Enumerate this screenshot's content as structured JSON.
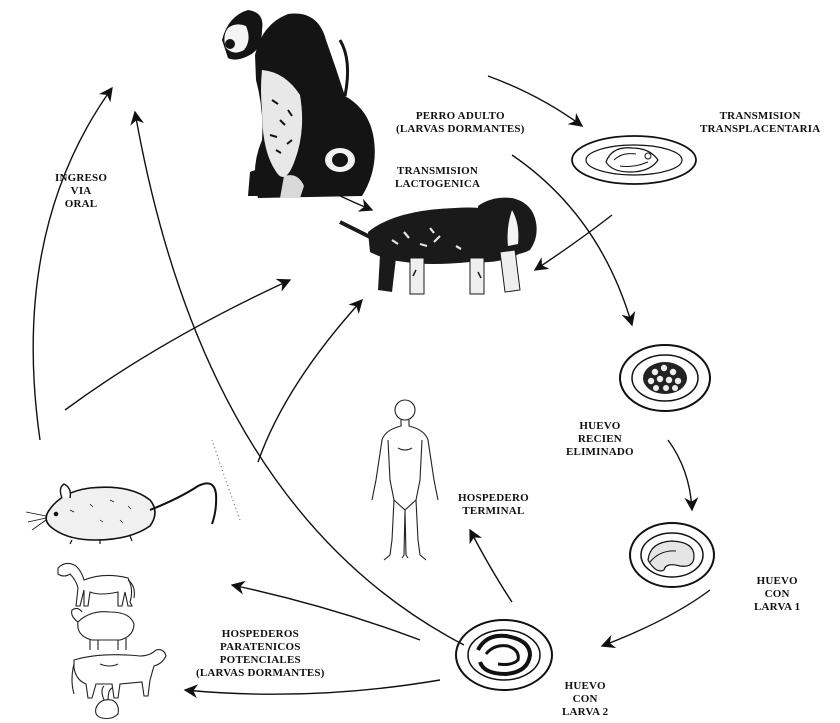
{
  "labels": {
    "perro_adulto": [
      "PERRO ADULTO",
      "(LARVAS DORMANTES)"
    ],
    "transmision_transplacentaria": [
      "TRANSMISION",
      "TRANSPLACENTARIA"
    ],
    "transmision_lactogenica": [
      "TRANSMISION",
      "LACTOGENICA"
    ],
    "ingreso_via_oral": [
      "INGRESO",
      "VIA",
      "ORAL"
    ],
    "huevo_recien_eliminado": [
      "HUEVO",
      "RECIEN",
      "ELIMINADO"
    ],
    "hospedero_terminal": [
      "HOSPEDERO",
      "TERMINAL"
    ],
    "huevo_con_larva_1": [
      "HUEVO",
      "CON",
      "LARVA 1"
    ],
    "huevo_con_larva_2": [
      "HUEVO",
      "CON",
      "LARVA 2"
    ],
    "hospederos_paratenicos": [
      "HOSPEDEROS",
      "PARATENICOS",
      "POTENCIALES",
      "(LARVAS DORMANTES)"
    ]
  },
  "illustrations": [
    "adult-dog",
    "puppy",
    "placenta-fetus",
    "egg-fresh",
    "egg-larva-1",
    "egg-larva-2",
    "human",
    "mouse",
    "horse",
    "sheep",
    "cow",
    "rabbit"
  ],
  "colors": {
    "ink": "#111111",
    "background": "#ffffff"
  }
}
